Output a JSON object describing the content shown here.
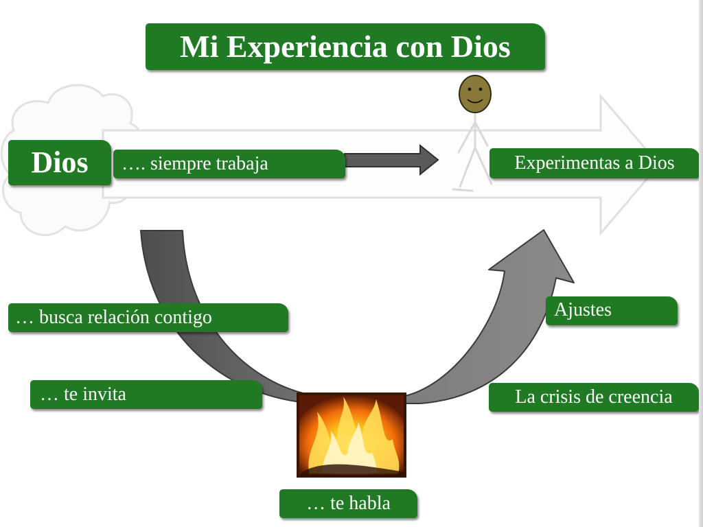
{
  "title": "Mi Experiencia con Dios",
  "labels": {
    "dios": "Dios",
    "siempre_trabaja": "…. siempre trabaja",
    "experimentas": "Experimentas a Dios",
    "busca_relacion": "… busca relación contigo",
    "te_invita": "… te invita",
    "ajustes": "Ajustes",
    "crisis": "La crisis de creencia",
    "te_habla": "… te habla"
  },
  "colors": {
    "label_bg": "#1f7a23",
    "label_text": "#ffffff",
    "curved_arrow": "#6b6b6b",
    "background_arrow": "#e3e3e3"
  },
  "icons": {
    "cloud": "cloud-icon",
    "person": "stick-figure-icon",
    "fire": "burning-bush-icon"
  }
}
